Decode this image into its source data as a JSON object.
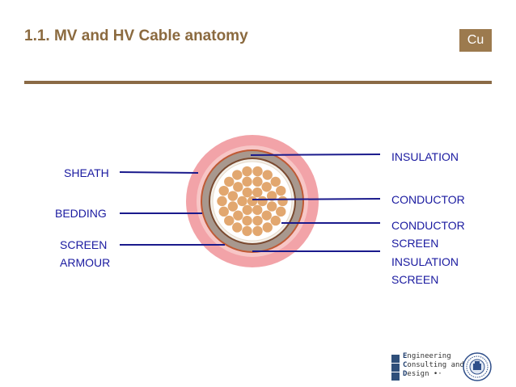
{
  "slide": {
    "title": "1.1. MV and HV Cable anatomy",
    "badge": "Cu"
  },
  "labels": {
    "left": {
      "sheath": "SHEATH",
      "bedding": "BEDDING",
      "screen_armour_1": "SCREEN",
      "screen_armour_2": "ARMOUR"
    },
    "right": {
      "insulation": "INSULATION",
      "conductor": "CONDUCTOR",
      "conductor_screen_1": "CONDUCTOR",
      "conductor_screen_2": "SCREEN",
      "insulation_screen_1": "INSULATION",
      "insulation_screen_2": "SCREEN"
    }
  },
  "logo": {
    "line1_initial": "E",
    "line1_rest": "ngineering",
    "line2_initial": "C",
    "line2_rest": "onsulting and",
    "line3_initial": "D",
    "line3_rest": "esign"
  },
  "colors": {
    "title": "#8b6a3f",
    "badge": "#9c7a4e",
    "rule": "#8a6a45",
    "leader_lines": "#1a1a8c",
    "sheath": "#f2a3a8",
    "sheath_inner": "#f7c6c6",
    "armour_ring": "#c05a35",
    "bedding": "#a8988e",
    "insulation_screen": "#7a4a30",
    "insulation": "#f3efe8",
    "strand": "#e2a76f"
  },
  "icons": {
    "logo": "ecd-logo-icon",
    "seal": "university-seal-icon"
  }
}
